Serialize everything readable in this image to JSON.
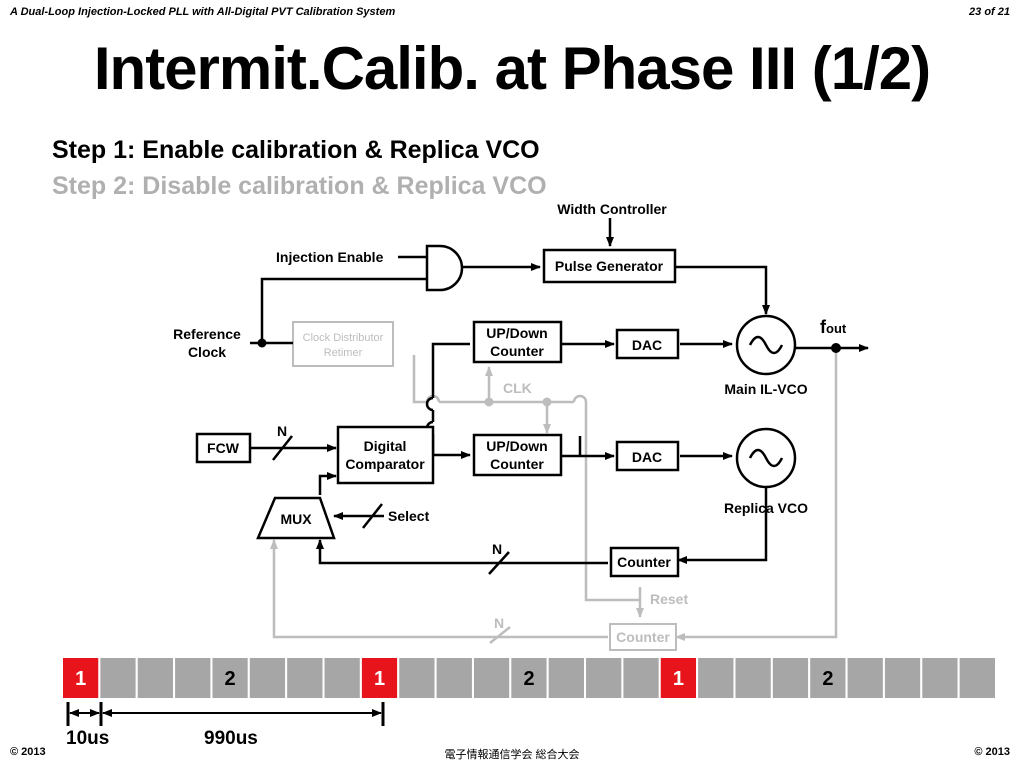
{
  "header": {
    "left": "A Dual-Loop Injection-Locked PLL with All-Digital PVT Calibration System",
    "right": "23 of 21"
  },
  "title": "Intermit.Calib. at Phase III (1/2)",
  "steps": [
    "Step 1: Enable calibration & Replica VCO",
    "Step 2: Disable calibration & Replica VCO"
  ],
  "diagram": {
    "blocks": {
      "width_controller": "Width Controller",
      "pulse_generator": "Pulse Generator",
      "injection_enable": "Injection Enable",
      "reference_clock_1": "Reference",
      "reference_clock_2": "Clock",
      "clock_distributor_1": "Clock Distributor",
      "clock_distributor_2": "Retimer",
      "updown_1a": "UP/Down",
      "updown_1b": "Counter",
      "updown_2a": "UP/Down",
      "updown_2b": "Counter",
      "dac_1": "DAC",
      "dac_2": "DAC",
      "main_vco": "Main IL-VCO",
      "replica_vco": "Replica VCO",
      "fout": "f",
      "fout_sub": "out",
      "clk": "CLK",
      "fcw": "FCW",
      "n_1": "N",
      "n_2": "N",
      "n_3": "N",
      "digital_comparator_1": "Digital",
      "digital_comparator_2": "Comparator",
      "mux": "MUX",
      "select": "Select",
      "counter_active": "Counter",
      "counter_inactive": "Counter",
      "reset": "Reset"
    },
    "active_color": "#000000",
    "inactive_color": "#bdbdbd"
  },
  "timeline": {
    "slots": [
      "1",
      "",
      "",
      "",
      "2",
      "",
      "",
      "",
      "1",
      "",
      "",
      "",
      "2",
      "",
      "",
      "",
      "1",
      "",
      "",
      "",
      "2",
      "",
      "",
      "",
      ""
    ],
    "highlight_color": "#e8141b",
    "default_color": "#a6a6a6",
    "label_short": "10us",
    "label_long": "990us"
  },
  "footer": {
    "left": "© 2013",
    "center": "電子情報通信学会 総合大会",
    "right": "© 2013"
  }
}
